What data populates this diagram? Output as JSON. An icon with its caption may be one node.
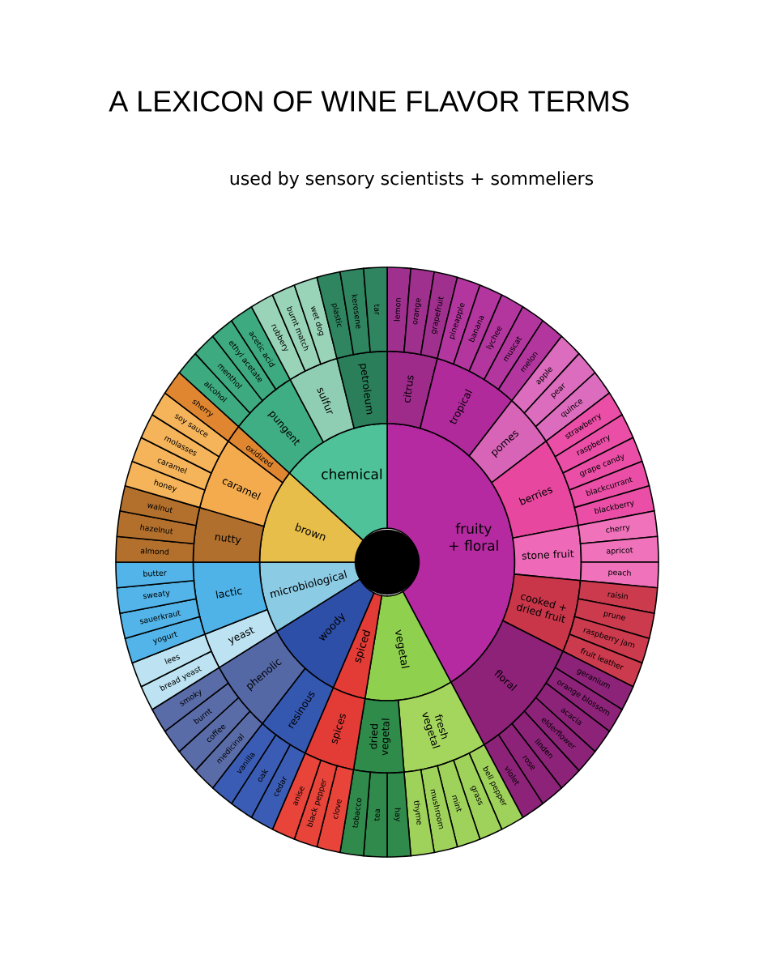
{
  "diagram": {
    "title": "A LEXICON OF WINE FLAVOR TERMS",
    "nodes": [
      {
        "text": [
          "fruity + floral"
        ]
      },
      {
        "text": [
          "citrus"
        ]
      },
      {
        "text": [
          "lemon"
        ]
      },
      {
        "text": [
          "orange"
        ]
      },
      {
        "text": [
          "grapefruit"
        ]
      },
      {
        "text": [
          "tropical"
        ]
      },
      {
        "text": [
          "pineapple"
        ]
      },
      {
        "text": [
          "banana"
        ]
      },
      {
        "text": [
          "lychee"
        ]
      },
      {
        "text": [
          "muscat"
        ]
      },
      {
        "text": [
          "melon"
        ]
      },
      {
        "text": [
          "pomes"
        ]
      },
      {
        "text": [
          "apple"
        ]
      },
      {
        "text": [
          "pear"
        ]
      },
      {
        "text": [
          "quince"
        ]
      },
      {
        "text": [
          "berries"
        ]
      },
      {
        "text": [
          "strawberry"
        ]
      },
      {
        "text": [
          "raspberry"
        ]
      },
      {
        "text": [
          "grape candy"
        ]
      },
      {
        "text": [
          "blackcurrant"
        ]
      },
      {
        "text": [
          "blackberry"
        ]
      },
      {
        "text": [
          "stone fruit"
        ]
      },
      {
        "text": [
          "cherry"
        ]
      },
      {
        "text": [
          "apricot"
        ]
      },
      {
        "text": [
          "peach"
        ]
      },
      {
        "text": [
          "cooked + dried fruit"
        ]
      },
      {
        "text": [
          "raisin"
        ]
      },
      {
        "text": [
          "prune"
        ]
      },
      {
        "text": [
          "raspberry jam"
        ]
      },
      {
        "text": [
          "fruit leather"
        ]
      },
      {
        "text": [
          "floral"
        ]
      },
      {
        "text": [
          "geranium"
        ]
      },
      {
        "text": [
          "orange blossom"
        ]
      },
      {
        "text": [
          "acacia"
        ]
      },
      {
        "text": [
          "elderflower"
        ]
      },
      {
        "text": [
          "linden"
        ]
      },
      {
        "text": [
          "rose"
        ]
      },
      {
        "text": [
          "violet"
        ]
      },
      {
        "text": [
          "vegetal"
        ]
      },
      {
        "text": [
          "fresh vegetal"
        ]
      },
      {
        "text": [
          "bell pepper"
        ]
      },
      {
        "text": [
          "grass"
        ]
      },
      {
        "text": [
          "mint"
        ]
      },
      {
        "text": [
          "mushroom"
        ]
      },
      {
        "text": [
          "thyme"
        ]
      },
      {
        "text": [
          "dried vegetal"
        ]
      },
      {
        "text": [
          "hay"
        ]
      },
      {
        "text": [
          "tea"
        ]
      },
      {
        "text": [
          "tobacco"
        ]
      },
      {
        "text": [
          "spiced"
        ]
      },
      {
        "text": [
          "spices"
        ]
      },
      {
        "text": [
          "clove"
        ]
      },
      {
        "text": [
          "black pepper"
        ]
      },
      {
        "text": [
          "anise"
        ]
      },
      {
        "text": [
          "woody"
        ]
      },
      {
        "text": [
          "resinous"
        ]
      },
      {
        "text": [
          "cedar"
        ]
      },
      {
        "text": [
          "oak"
        ]
      },
      {
        "text": [
          "vanilla"
        ]
      },
      {
        "text": [
          "phenolic"
        ]
      },
      {
        "text": [
          "medicinal"
        ]
      },
      {
        "text": [
          "coffee"
        ]
      },
      {
        "text": [
          "burnt"
        ]
      },
      {
        "text": [
          "smoky"
        ]
      },
      {
        "text": [
          "microbiological"
        ]
      },
      {
        "text": [
          "yeast"
        ]
      },
      {
        "text": [
          "bread yeast"
        ]
      },
      {
        "text": [
          "lees"
        ]
      },
      {
        "text": [
          "lactic"
        ]
      },
      {
        "text": [
          "yogurt"
        ]
      },
      {
        "text": [
          "sauerkraut"
        ]
      },
      {
        "text": [
          "sweaty"
        ]
      },
      {
        "text": [
          "butter"
        ]
      },
      {
        "text": [
          "brown"
        ]
      },
      {
        "text": [
          "nutty"
        ]
      },
      {
        "text": [
          "almond"
        ]
      },
      {
        "text": [
          "hazelnut"
        ]
      },
      {
        "text": [
          "walnut"
        ]
      },
      {
        "text": [
          "caramel"
        ]
      },
      {
        "text": [
          "honey"
        ]
      },
      {
        "text": [
          "caramel"
        ]
      },
      {
        "text": [
          "molasses"
        ]
      },
      {
        "text": [
          "soy sauce"
        ]
      },
      {
        "text": [
          "oxidized"
        ]
      },
      {
        "text": [
          "sherry"
        ]
      },
      {
        "text": [
          "chemical"
        ]
      },
      {
        "text": [
          "pungent"
        ]
      },
      {
        "text": [
          "alcohol"
        ]
      },
      {
        "text": [
          "menthol"
        ]
      },
      {
        "text": [
          "ethyl acetate"
        ]
      },
      {
        "text": [
          "acetic acid"
        ]
      },
      {
        "text": [
          "sulfur"
        ]
      },
      {
        "text": [
          "rubbery"
        ]
      },
      {
        "text": [
          "burnt match"
        ]
      },
      {
        "text": [
          "wet dog"
        ]
      },
      {
        "text": [
          "petroleum"
        ]
      },
      {
        "text": [
          "plastic"
        ]
      },
      {
        "text": [
          "kerosene"
        ]
      },
      {
        "text": [
          "tar"
        ]
      },
      {
        "text": [],
        "shape": "circle"
      }
    ],
    "labels": [
      "used by sensory scientists + sommeliers"
    ]
  }
}
